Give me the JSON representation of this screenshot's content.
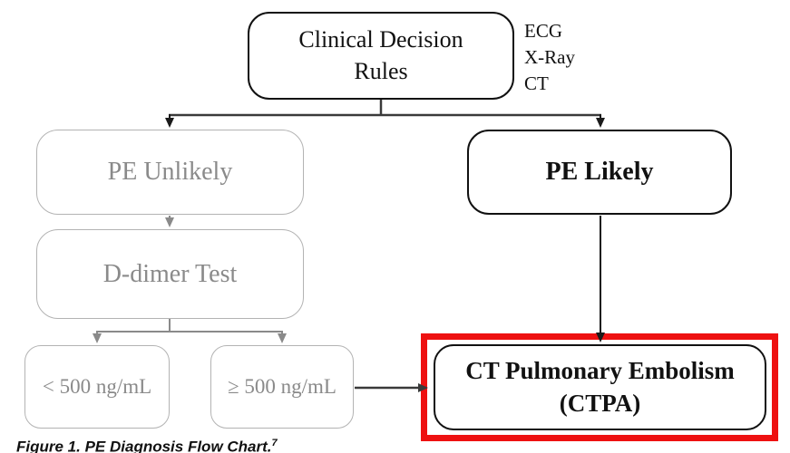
{
  "figure": {
    "caption_label": "Figure 1.",
    "caption_text": " PE Diagnosis Flow Chart.",
    "caption_superscript": "7"
  },
  "flowchart": {
    "nodes": {
      "clinical_decision_rules": {
        "line1": "Clinical Decision",
        "line2": "Rules"
      },
      "pe_unlikely": {
        "label": "PE Unlikely"
      },
      "pe_likely": {
        "label": "PE Likely"
      },
      "d_dimer_test": {
        "label": "D-dimer Test"
      },
      "lt_500": {
        "label": "< 500 ng/mL"
      },
      "gte_500": {
        "label": "≥ 500 ng/mL"
      },
      "ctpa": {
        "line1": "CT Pulmonary Embolism",
        "line2": "(CTPA)"
      }
    },
    "side_note": {
      "lines": [
        "ECG",
        "X-Ray",
        "CT"
      ]
    }
  },
  "colors": {
    "highlight_red": "#ee1111",
    "gray_path_text": "#8a8a8a",
    "gray_path_border": "#b3b3b3",
    "black_line": "#1a1a1a",
    "dark_line": "#3a3a3a"
  }
}
